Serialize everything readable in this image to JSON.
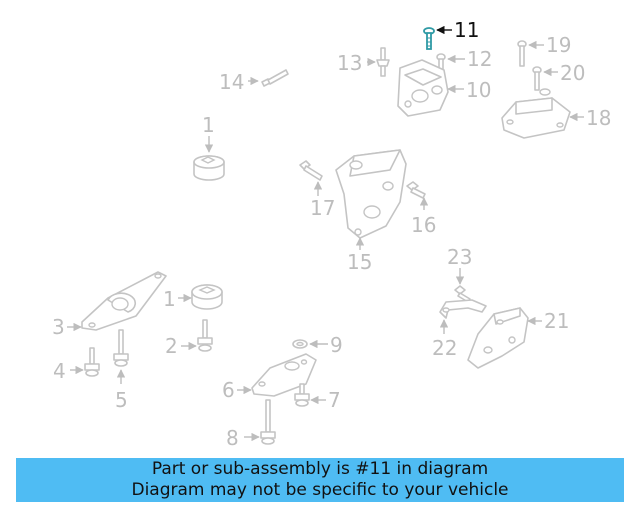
{
  "callouts": {
    "c1a": "1",
    "c1b": "1",
    "c2": "2",
    "c3": "3",
    "c4": "4",
    "c5": "5",
    "c6": "6",
    "c7": "7",
    "c8": "8",
    "c9": "9",
    "c10": "10",
    "c11": "11",
    "c12": "12",
    "c13": "13",
    "c14": "14",
    "c15": "15",
    "c16": "16",
    "c17": "17",
    "c18": "18",
    "c19": "19",
    "c20": "20",
    "c21": "21",
    "c22": "22",
    "c23": "23"
  },
  "highlighted_part": "11",
  "colors": {
    "highlight_part": "#2f9aa5",
    "banner_bg": "#4fbcf3",
    "dim_text": "#bdbdbd"
  },
  "banner": {
    "line1": "Part or sub-assembly is #11 in diagram",
    "line2": "Diagram may not be specific to your vehicle"
  }
}
